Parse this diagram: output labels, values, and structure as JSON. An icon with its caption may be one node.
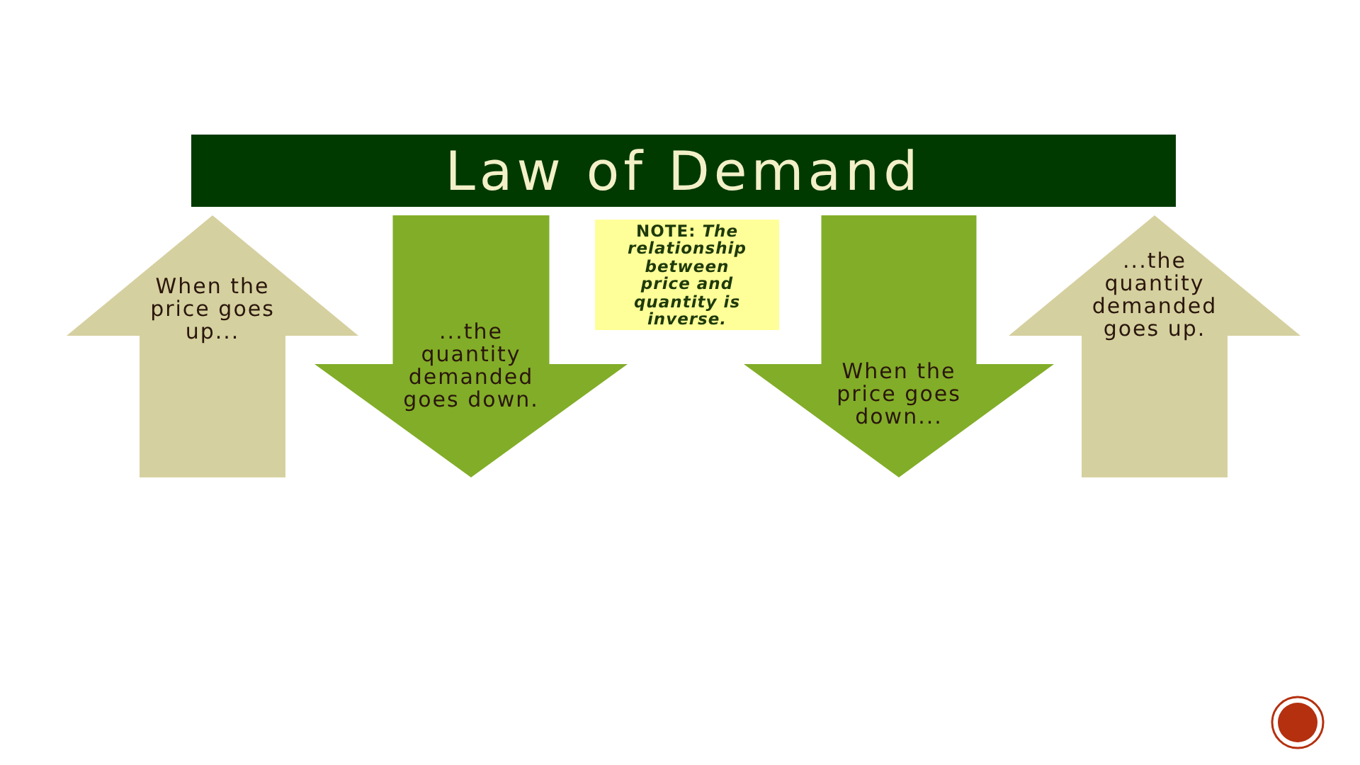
{
  "diagram": {
    "title": "Law of Demand",
    "nodes": [
      {
        "text": [
          "When the price goes up..."
        ]
      },
      {
        "text": [
          "...the quantity demanded goes down."
        ]
      },
      {
        "text": [
          "**NOTE:** *The relationship between price and quantity is inverse.*"
        ]
      },
      {
        "text": [
          "When the price goes down..."
        ]
      },
      {
        "text": [
          "...the quantity demanded goes up."
        ]
      }
    ]
  }
}
